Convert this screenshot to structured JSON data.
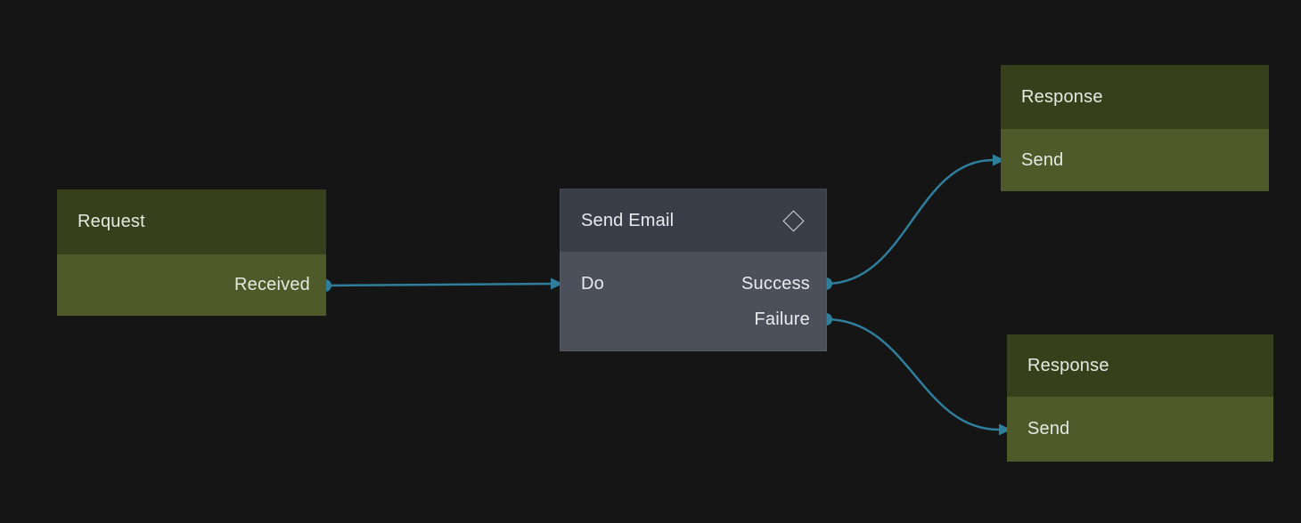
{
  "colors": {
    "canvas_bg": "#151515",
    "green_header": "#36411c",
    "green_body": "#4f5a2a",
    "gray_header": "#3a3e49",
    "gray_body": "#4c505b",
    "edge": "#2e7e9c",
    "port": "#2e7e9c",
    "node_text": "#e6e8e2",
    "gray_node_text": "#e9ebee",
    "icon": "#d9dbdf"
  },
  "nodes": {
    "request": {
      "title": "Request",
      "ports": {
        "received": {
          "label": "Received",
          "direction": "output"
        }
      }
    },
    "send_email": {
      "title": "Send Email",
      "icon": "diamond-icon",
      "ports": {
        "do": {
          "label": "Do",
          "direction": "input"
        },
        "success": {
          "label": "Success",
          "direction": "output"
        },
        "failure": {
          "label": "Failure",
          "direction": "output"
        }
      }
    },
    "response_success": {
      "title": "Response",
      "ports": {
        "send": {
          "label": "Send",
          "direction": "input"
        }
      }
    },
    "response_failure": {
      "title": "Response",
      "ports": {
        "send": {
          "label": "Send",
          "direction": "input"
        }
      }
    }
  },
  "edges": [
    {
      "from": "request.received",
      "to": "send_email.do"
    },
    {
      "from": "send_email.success",
      "to": "response_success.send"
    },
    {
      "from": "send_email.failure",
      "to": "response_failure.send"
    }
  ]
}
